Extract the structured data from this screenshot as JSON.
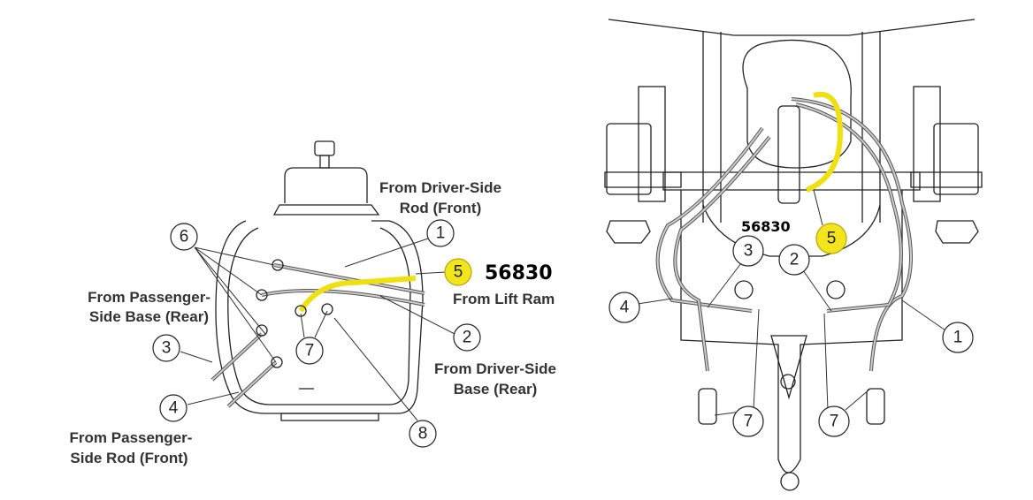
{
  "left_view": {
    "labels": {
      "driver_rod_front": [
        "From Driver-Side",
        "Rod (Front)"
      ],
      "passenger_base_rear": [
        "From Passenger-",
        "Side Base (Rear)"
      ],
      "lift_ram": "From Lift Ram",
      "driver_base_rear": [
        "From Driver-Side",
        "Base (Rear)"
      ],
      "passenger_rod_front": [
        "From Passenger-",
        "Side Rod (Front)"
      ]
    },
    "part_number": "56830",
    "callouts": [
      "6",
      "1",
      "5",
      "2",
      "7",
      "3",
      "4",
      "8"
    ]
  },
  "right_view": {
    "part_number": "56830",
    "callouts": [
      "3",
      "2",
      "5",
      "4",
      "1",
      "7",
      "7"
    ]
  },
  "colors": {
    "highlight": "#f2e51e"
  }
}
